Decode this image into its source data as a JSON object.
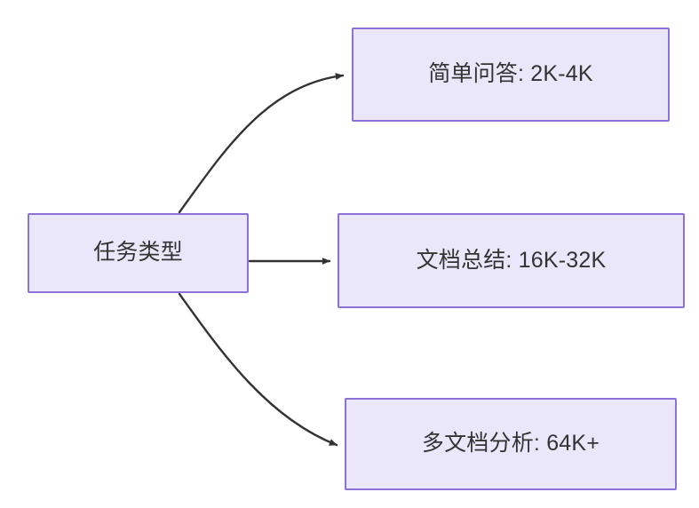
{
  "diagram": {
    "type": "flowchart",
    "direction": "left-to-right",
    "background_color": "#ffffff",
    "node_fill_color": "#EAE7FA",
    "node_border_color": "#8B72D9",
    "node_text_color": "#333333",
    "edge_color": "#333333",
    "nodes": [
      {
        "id": "source",
        "label": "任务类型"
      },
      {
        "id": "simple_qa",
        "label": "简单问答: 2K-4K"
      },
      {
        "id": "doc_summary",
        "label": "文档总结: 16K-32K"
      },
      {
        "id": "multi_doc",
        "label": "多文档分析: 64K+"
      }
    ],
    "edges": [
      {
        "from": "source",
        "to": "simple_qa",
        "style": "curved",
        "arrowhead": "solid-triangle"
      },
      {
        "from": "source",
        "to": "doc_summary",
        "style": "straight",
        "arrowhead": "solid-triangle"
      },
      {
        "from": "source",
        "to": "multi_doc",
        "style": "curved",
        "arrowhead": "solid-triangle"
      }
    ]
  }
}
